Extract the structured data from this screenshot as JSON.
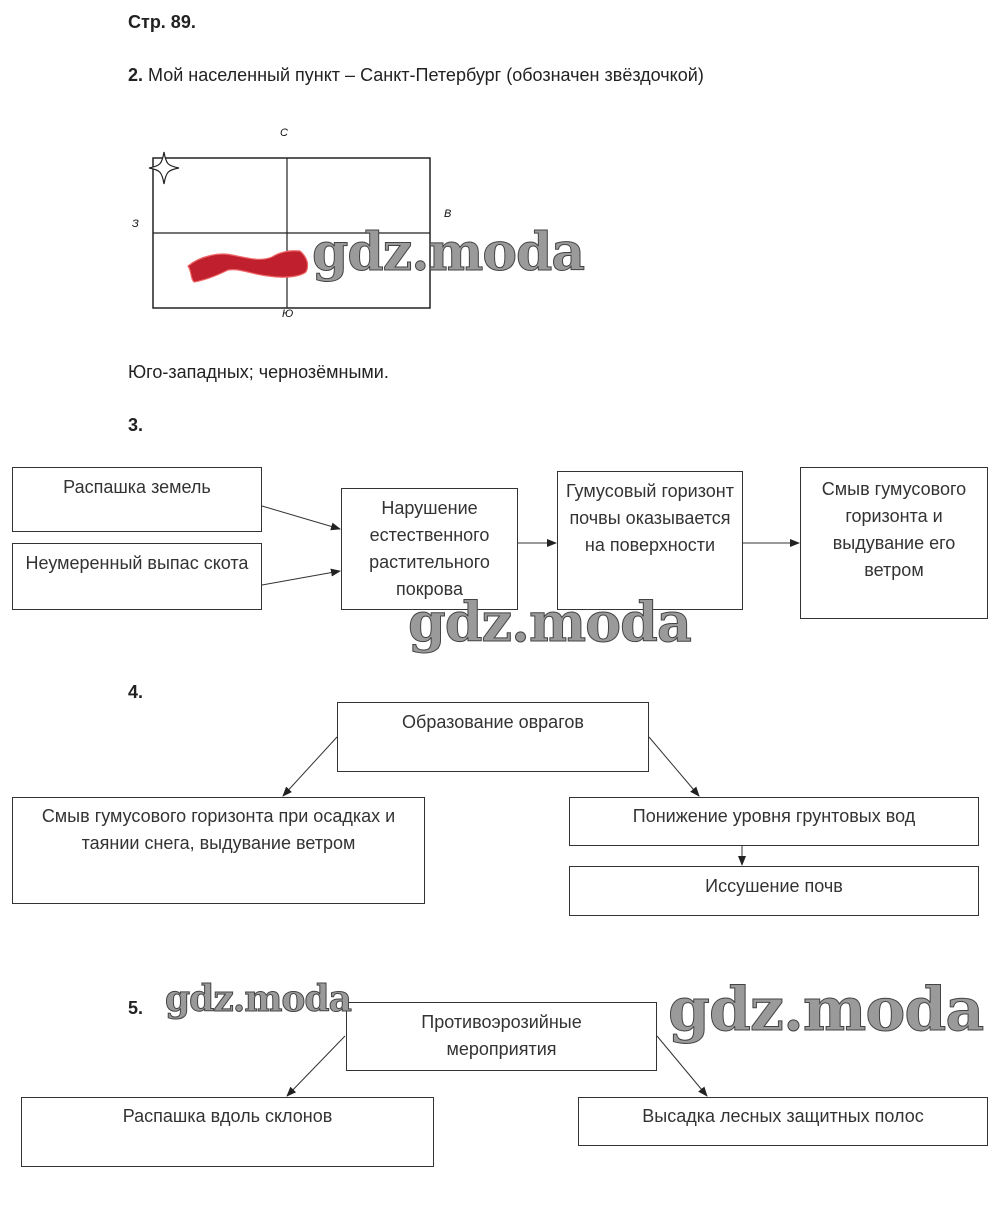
{
  "page_header": "Стр. 89.",
  "task2": {
    "number": "2.",
    "text": "Мой населенный пункт – Санкт-Петербург (обозначен звёздочкой)",
    "map": {
      "north_label": "С",
      "south_label": "Ю",
      "west_label": "З",
      "east_label": "В",
      "marker_icon": "star-icon",
      "region_color": "#c0202e"
    },
    "answer": "Юго-западных; чернозёмными."
  },
  "task3": {
    "number": "3.",
    "boxes": {
      "cause1": "Распашка земель",
      "cause2": "Неумеренный выпас скота",
      "step1": "Нарушение естественного растительного покрова",
      "step2": "Гумусовый горизонт почвы оказывается на поверхности",
      "step3": "Смыв гумусового горизонта и выдувание его ветром"
    }
  },
  "task4": {
    "number": "4.",
    "boxes": {
      "root": "Образование оврагов",
      "left": "Смыв гумусового горизонта при осадках и таянии снега, выдувание ветром",
      "right1": "Понижение уровня грунтовых вод",
      "right2": "Иссушение почв"
    }
  },
  "task5": {
    "number": "5.",
    "boxes": {
      "root": "Противоэрозийные мероприятия",
      "left": "Распашка вдоль склонов",
      "right": "Высадка лесных защитных полос"
    }
  },
  "watermark": "gdz.moda"
}
